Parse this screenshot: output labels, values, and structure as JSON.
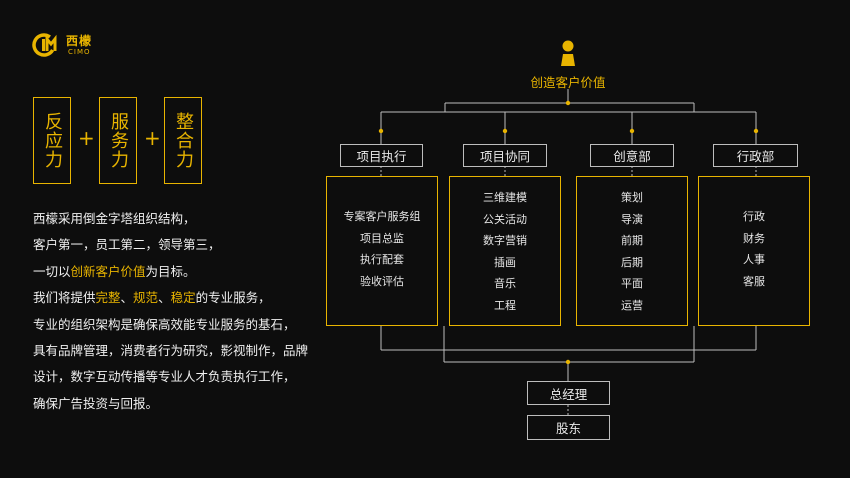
{
  "brand": {
    "name_cn": "西檬",
    "name_en": "CIMO"
  },
  "powers": [
    "反应力",
    "服务力",
    "整合力"
  ],
  "plus": "+",
  "description": {
    "line1": "西檬采用倒金字塔组织结构，",
    "line2": "客户第一，员工第二，领导第三，",
    "line3": {
      "pre": "一切以",
      "highlight": "创新客户价值",
      "post": "为目标。"
    },
    "line4": {
      "pre": "我们将提供",
      "h1": "完整",
      "sep1": "、",
      "h2": "规范",
      "sep2": "、",
      "h3": "稳定",
      "post": "的专业服务，"
    },
    "line5": "专业的组织架构是确保高效能专业服务的基石，",
    "line6": "具有品牌管理，消费者行为研究，影视制作，品牌",
    "line7": "设计，数字互动传播等专业人才负责执行工作，",
    "line8": "确保广告投资与回报。"
  },
  "org": {
    "apex": "创造客户价值",
    "departments": [
      {
        "name": "项目执行",
        "items": [
          "专案客户服务组",
          "项目总监",
          "执行配套",
          "验收评估"
        ]
      },
      {
        "name": "项目协同",
        "items": [
          "三维建模",
          "公关活动",
          "数字营销",
          "插画",
          "音乐",
          "工程"
        ]
      },
      {
        "name": "创意部",
        "items": [
          "策划",
          "导演",
          "前期",
          "后期",
          "平面",
          "运营"
        ]
      },
      {
        "name": "行政部",
        "items": [
          "行政",
          "财务",
          "人事",
          "客服"
        ]
      }
    ],
    "general_manager": "总经理",
    "shareholders": "股东"
  },
  "colors": {
    "accent": "#e8b400",
    "background": "#0d0d0d",
    "line": "#bdbdbd"
  },
  "icons": {
    "logo": "cimo-logo-icon",
    "apex": "person-icon"
  }
}
